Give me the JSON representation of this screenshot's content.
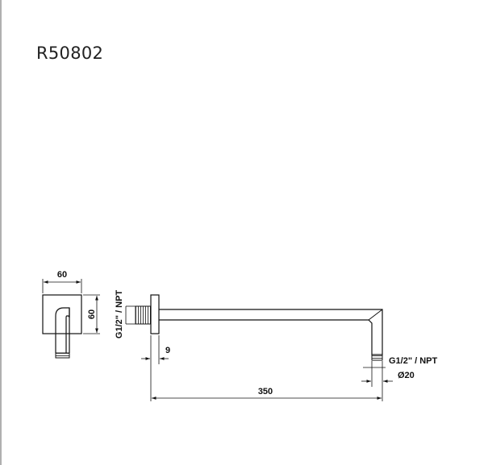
{
  "document": {
    "model_code": "R50802"
  },
  "front_view": {
    "width_dim": "60",
    "height_dim": "60"
  },
  "side_view": {
    "inlet_thread": "G1/2\" / NPT",
    "flange_dim": "9",
    "arm_length_dim": "350",
    "outlet_thread": "G1/2\" / NPT",
    "outlet_diameter_dim": "Ø20"
  },
  "colors": {
    "line": "#111111",
    "frame": "#b0b0b0"
  }
}
